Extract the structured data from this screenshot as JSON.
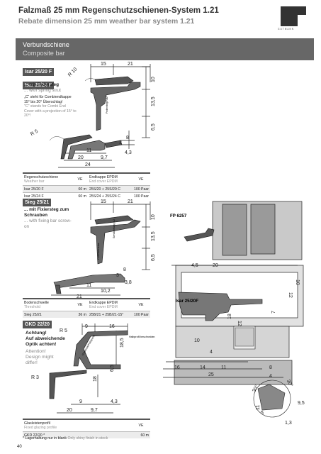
{
  "header": {
    "title": "Falzmaß 25 mm Regenschutzschienen-System 1.21",
    "subtitle": "Rebate dimension 25 mm weather bar system 1.21",
    "logo_text": "GUTMANN"
  },
  "band": {
    "line1": "Verbundschiene",
    "line2": "Composite bar"
  },
  "sections": {
    "s1": {
      "tags": [
        "Isar 25/20 F",
        "Isar 25/24 F"
      ],
      "note_bold": "... mit Federsteg",
      "note_gray": "... with spring strut",
      "note2_a": "„C“ steht für Combiendkappe 15° bis 20° Überschlag!",
      "note2_b": "\"C\" stands for Combi End Cover with a projection of 15° to 20°!",
      "dims": {
        "d15": "15",
        "d21": "21",
        "d10": "10",
        "d135": "13,5",
        "d65": "6,5",
        "d8": "8",
        "d3": "3",
        "d43": "4,3",
        "d11": "11",
        "d20": "20",
        "d97": "9,7",
        "d24": "24",
        "r10": "R 10",
        "r5": "R 5"
      },
      "label_vert": "Federsteg/Falz",
      "label_vert_en": "Spring strut/rebate",
      "table": {
        "h1": "Regenschutzschiene",
        "h1g": "Weather bar",
        "h2": "VE",
        "h3": "Endkappe EPDM",
        "h3g": "End cover EPDM",
        "h4": "VE",
        "rows": [
          [
            "Isar 25/20 F",
            "60 m",
            "25S/20 + 25S/20 C",
            "100 Paar"
          ],
          [
            "Isar 25/24 F",
            "60 m",
            "25S/24 + 25S/24 C",
            "100 Paar"
          ]
        ]
      }
    },
    "s2": {
      "tags": [
        "Sieg 25/21"
      ],
      "note_bold": "... mit Fixiersteg zum Schrauben",
      "note_gray": "... with fixing bar screw-on",
      "dims": {
        "d15": "15",
        "d21": "21",
        "d10": "10",
        "d135": "13,5",
        "d65": "6,5",
        "d8": "8",
        "d3": "3",
        "d38": "3,8",
        "d11": "11",
        "d102": "10,2",
        "d21b": "21"
      },
      "label_vert": "Fixierschraube",
      "label_vert_en": "Fixing screw",
      "label_vert2": "Sendkantung 5,2",
      "label_vert2_en": "Drilling edge 5,2",
      "table": {
        "h1": "Bodenschwelle",
        "h1g": "Threshold",
        "h2": "VE",
        "h3": "Endkappe EPDM",
        "h3g": "End cover EPDM",
        "h4": "VE",
        "rows": [
          [
            "Sieg 25/21",
            "36 m",
            "25B/21 + 25B/21-15°",
            "100 Paar"
          ]
        ]
      }
    },
    "s3": {
      "tags": [
        "GKD 22/20"
      ],
      "warn": [
        "Achtung!",
        "Auf abweichende",
        "Optik achten!"
      ],
      "warn_en": [
        "Attention!",
        "Design might",
        "differ!"
      ],
      "dims": {
        "d9": "9",
        "d16": "16",
        "r5": "R 5",
        "d185": "18,5",
        "d65": "6,5",
        "d18": "18",
        "d43": "4,3",
        "d9b": "9",
        "r3": "R 3",
        "d20": "20",
        "d97": "9,7"
      },
      "label_a": "Glasleiste/Falzgrund",
      "label_a_en": "Glazing bead",
      "label_b": "Halbprofil beschneiden",
      "label_b_en": "Cut weld profile",
      "table": {
        "h1": "Glasleistenprofil",
        "h1g": "Fixed glazing profile",
        "h4": "VE",
        "rows": [
          [
            "GKD 22/20 *",
            "",
            "",
            "60 m"
          ]
        ]
      }
    },
    "drawing": {
      "fp": "FP 6257",
      "isar": "Isar 25/20F",
      "dims": {
        "d45": "4,5",
        "d20": "20",
        "d10": "10",
        "d12": "12",
        "d18": "18",
        "d4": "4",
        "d10b": "10",
        "d16": "16",
        "d14": "14",
        "d11": "11",
        "d25": "25",
        "d8": "8",
        "d4b": "4",
        "d95": "9,5",
        "d13": "1,3",
        "d11b": "11",
        "d5": "5",
        "d30a": "30°",
        "d30b": "30°",
        "d7": "7",
        "d12b": "12"
      }
    }
  },
  "footer": {
    "note": "* Lagerhaltung nur in blank",
    "note_gray": "Only shiny finish in stock",
    "page": "40"
  }
}
